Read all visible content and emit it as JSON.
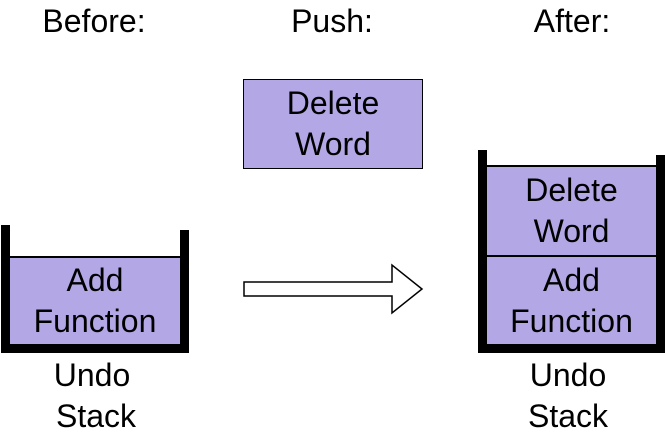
{
  "colors": {
    "box_fill": "#b4a7e6",
    "stroke": "#000000",
    "background": "#ffffff"
  },
  "headings": {
    "before": "Before:",
    "push": "Push:",
    "after": "After:"
  },
  "push_item": {
    "line1": "Delete",
    "line2": "Word"
  },
  "before_stack": {
    "items": [
      {
        "line1": "Add",
        "line2": "Function"
      }
    ],
    "caption": {
      "line1": "Undo",
      "line2": "Stack"
    }
  },
  "after_stack": {
    "items": [
      {
        "line1": "Delete",
        "line2": "Word"
      },
      {
        "line1": "Add",
        "line2": "Function"
      }
    ],
    "caption": {
      "line1": "Undo",
      "line2": "Stack"
    }
  }
}
